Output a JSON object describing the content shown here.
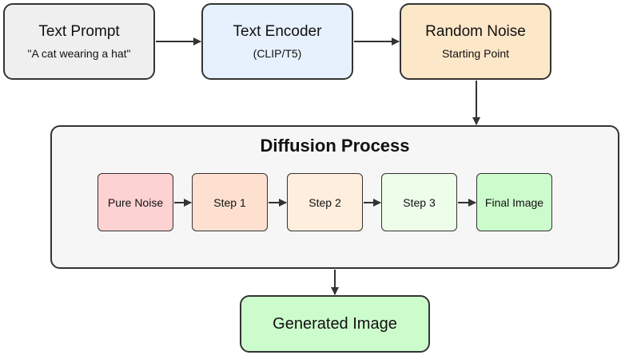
{
  "nodes": {
    "text_prompt": {
      "title": "Text Prompt",
      "subtitle": "\"A cat wearing a hat\""
    },
    "text_encoder": {
      "title": "Text Encoder",
      "subtitle": "(CLIP/T5)"
    },
    "random_noise": {
      "title": "Random Noise",
      "subtitle": "Starting Point"
    },
    "generated_image": {
      "title": "Generated Image"
    }
  },
  "diffusion": {
    "title": "Diffusion Process",
    "steps": [
      "Pure Noise",
      "Step 1",
      "Step 2",
      "Step 3",
      "Final Image"
    ]
  },
  "colors": {
    "border": "#333333",
    "prompt_fill": "#efefef",
    "encoder_fill": "#e6f1fd",
    "noise_fill": "#fde7c9",
    "diffusion_fill": "#f6f6f6",
    "final_fill": "#cdfccc"
  }
}
